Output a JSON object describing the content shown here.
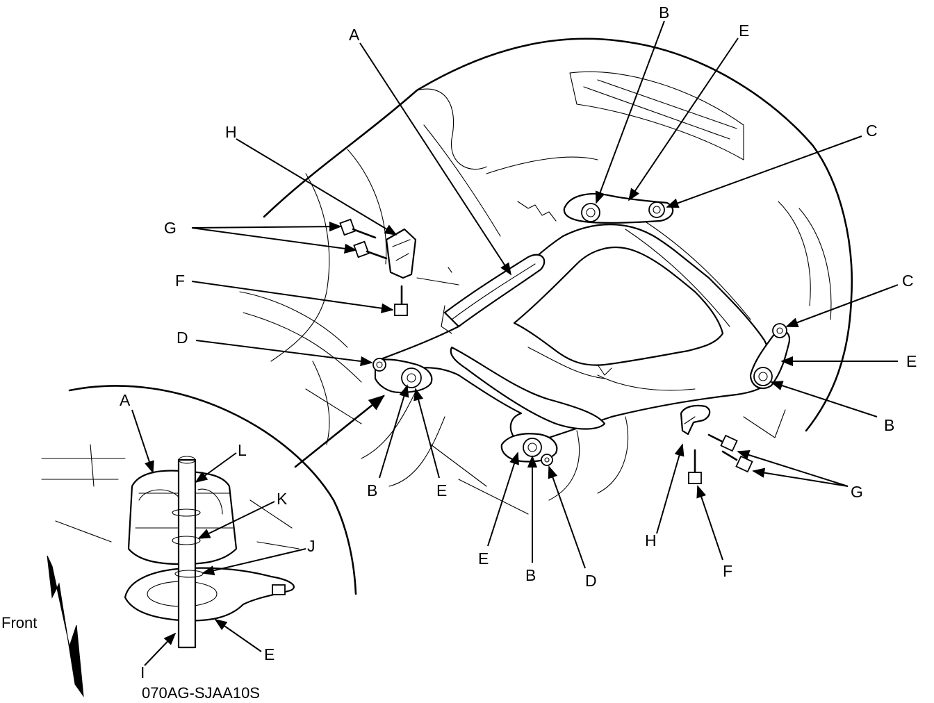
{
  "figure_code": "070AG-SJAA10S",
  "direction_label": "Front",
  "callouts": {
    "A_main": "A",
    "B_top": "B",
    "E_top": "E",
    "C_top": "C",
    "H_left": "H",
    "G_left": "G",
    "F_left": "F",
    "D_left": "D",
    "C_right": "C",
    "E_right": "E",
    "B_right": "B",
    "B_mid": "B",
    "E_mid": "E",
    "E_low": "E",
    "B_low": "B",
    "D_low": "D",
    "H_right": "H",
    "F_right": "F",
    "G_right": "G",
    "A_detail": "A",
    "L_detail": "L",
    "K_detail": "K",
    "J_detail": "J",
    "E_detail": "E",
    "I_detail": "I"
  }
}
